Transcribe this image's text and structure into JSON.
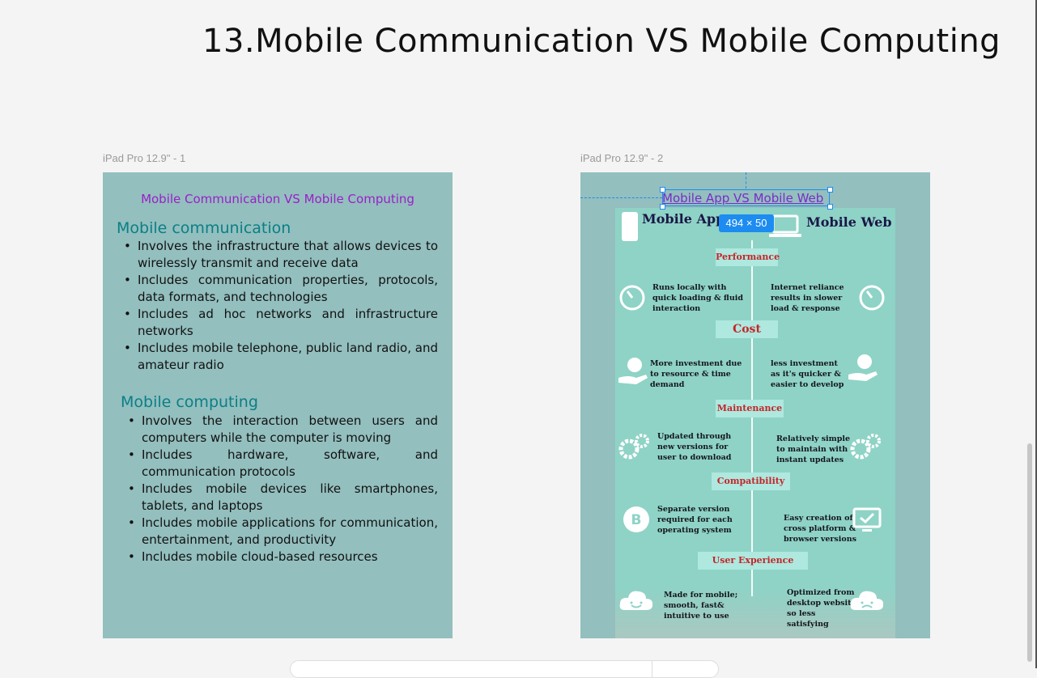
{
  "page_title": "13.Mobile Communication VS Mobile Computing",
  "frames": [
    {
      "label": "iPad Pro 12.9\" - 1",
      "title": "Mobile Communication VS Mobile Computing",
      "sections": [
        {
          "heading": "Mobile communication",
          "items": [
            "Involves the infrastructure that allows devices to wirelessly transmit and receive data",
            "Includes communication properties, protocols, data formats, and technologies",
            "Includes ad hoc networks and infrastructure networks",
            "Includes mobile telephone, public land radio, and amateur radio"
          ]
        },
        {
          "heading": "Mobile computing",
          "items": [
            "Involves the interaction between users and computers while the computer is moving",
            "Includes hardware, software, and communication protocols",
            "Includes mobile devices like smartphones, tablets, and laptops",
            "Includes mobile applications for communication, entertainment, and productivity",
            "Includes mobile cloud-based resources"
          ]
        }
      ]
    },
    {
      "label": "iPad Pro 12.9\" - 2",
      "selected_text": "Mobile App VS Mobile Web",
      "size_badge": "494 × 50",
      "infographic": {
        "left_head": "Mobile App",
        "right_head": "Mobile Web",
        "rows": [
          {
            "pill": "Performance",
            "left": "Runs locally with quick loading & fluid interaction",
            "right": "Internet reliance results in slower load & response",
            "left_icon": "timer-icon",
            "right_icon": "timer-icon"
          },
          {
            "pill": "Cost",
            "left": "More investment due to resource & time demand",
            "right": "less investment as it's quicker & easier to develop",
            "left_icon": "money-hand-icon",
            "right_icon": "money-hand-icon"
          },
          {
            "pill": "Maintenance",
            "left": "Updated through new versions for user to download",
            "right": "Relatively simple to maintain with instant updates",
            "left_icon": "gears-icon",
            "right_icon": "gears-icon"
          },
          {
            "pill": "Compatibility",
            "left": "Separate version required for each operating system",
            "right": "Easy creation of cross platform & browser versions",
            "left_icon": "b-badge-icon",
            "right_icon": "monitor-check-icon"
          },
          {
            "pill": "User Experience",
            "left": "Made for mobile; smooth, fast& intuitive to use",
            "right": "Optimized from desktop website so less satisfying",
            "left_icon": "happy-cloud-icon",
            "right_icon": "sad-cloud-icon"
          }
        ]
      }
    }
  ],
  "colors": {
    "canvas": "#f4f4f4",
    "frame": "#93bfbe",
    "frame_title": "#9a20c9",
    "section_heading": "#0b7f86",
    "infographic": "#8ed3c6",
    "pill_text": "#c4262a",
    "selection": "#1d8cf0"
  }
}
